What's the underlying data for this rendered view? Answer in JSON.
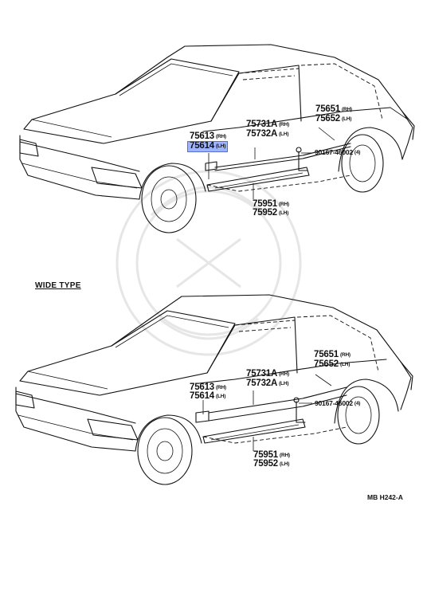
{
  "diagram": {
    "section_label": "WIDE TYPE",
    "figure_code": "MB  H242-A",
    "top": {
      "p75613": {
        "num": "75613",
        "side": "(RH)"
      },
      "p75614": {
        "num": "75614",
        "side": "(LH)"
      },
      "p75731A": {
        "num": "75731A",
        "side": "(RH)"
      },
      "p75732A": {
        "num": "75732A",
        "side": "(LH)"
      },
      "p75651": {
        "num": "75651",
        "side": "(RH)"
      },
      "p75652": {
        "num": "75652",
        "side": "(LH)"
      },
      "p90167": {
        "num": "90167-46002",
        "qty": "(4)"
      },
      "p75951": {
        "num": "75951",
        "side": "(RH)"
      },
      "p75952": {
        "num": "75952",
        "side": "(LH)"
      }
    },
    "bottom": {
      "p75613": {
        "num": "75613",
        "side": "(RH)"
      },
      "p75614": {
        "num": "75614",
        "side": "(LH)"
      },
      "p75731A": {
        "num": "75731A",
        "side": "(RH)"
      },
      "p75732A": {
        "num": "75732A",
        "side": "(LH)"
      },
      "p75651": {
        "num": "75651",
        "side": "(RH)"
      },
      "p75652": {
        "num": "75652",
        "side": "(LH)"
      },
      "p90167": {
        "num": "90167-46002",
        "qty": "(4)"
      },
      "p75951": {
        "num": "75951",
        "side": "(RH)"
      },
      "p75952": {
        "num": "75952",
        "side": "(LH)"
      }
    }
  }
}
